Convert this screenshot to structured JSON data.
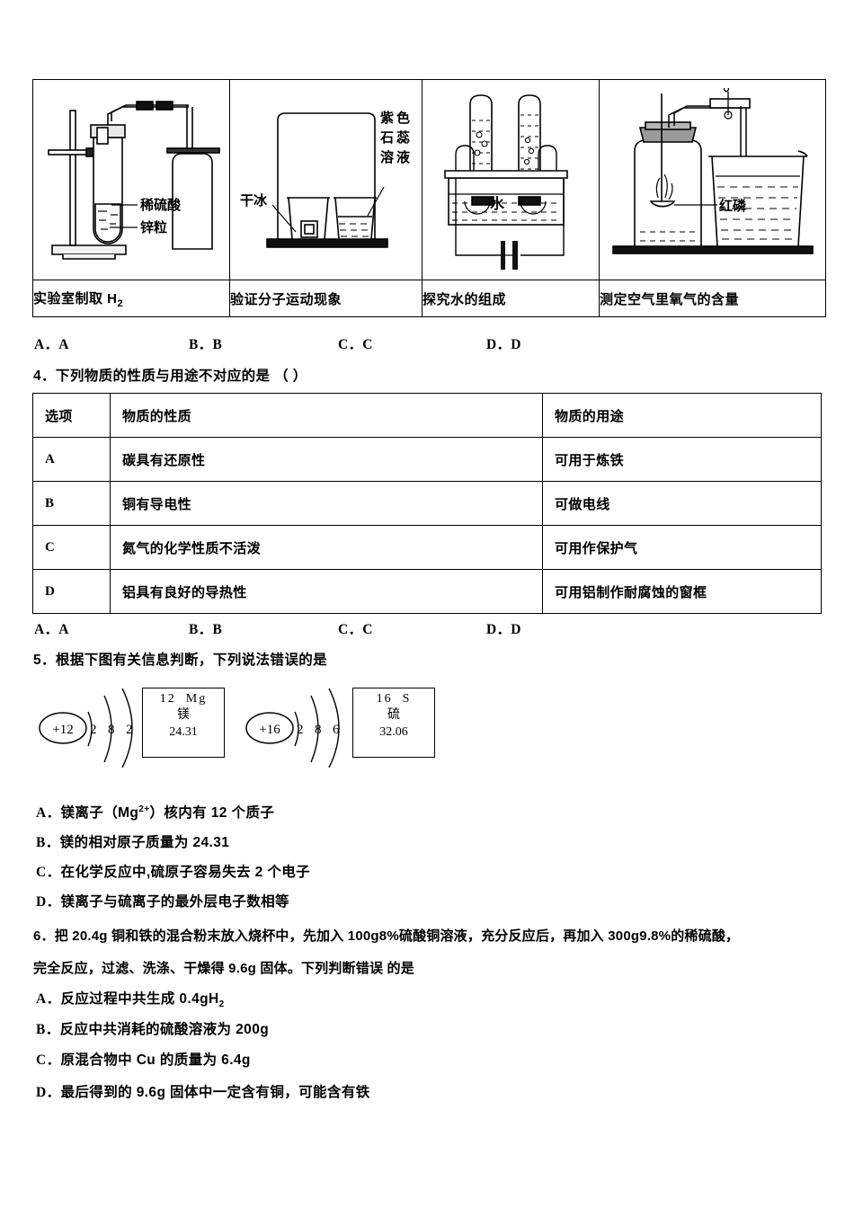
{
  "question3": {
    "experiments": [
      {
        "caption": "实验室制取 H",
        "caption_sub": "2",
        "fig": "zinc-sulfuric-acid-hydrogen-generator"
      },
      {
        "caption": "验证分子运动现象",
        "label_left": "干冰",
        "label_right": "紫色石蕊溶液"
      },
      {
        "caption": "探究水的组成",
        "label_center": "水"
      },
      {
        "caption": "测定空气里氧气的含量",
        "label_right": "红磷"
      }
    ],
    "fig1_labels": {
      "top": "稀硫酸",
      "bottom": "锌粒"
    },
    "options": [
      "A．A",
      "B．B",
      "C．C",
      "D．D"
    ]
  },
  "question4": {
    "stem": "4．下列物质的性质与用途不对应的是 （ ）",
    "headers": [
      "选项",
      "物质的性质",
      "物质的用途"
    ],
    "rows": [
      {
        "option": "A",
        "property": "碳具有还原性",
        "use": "可用于炼铁"
      },
      {
        "option": "B",
        "property": "铜有导电性",
        "use": "可做电线"
      },
      {
        "option": "C",
        "property": "氮气的化学性质不活泼",
        "use": "可用作保护气"
      },
      {
        "option": "D",
        "property": "铝具有良好的导热性",
        "use": "可用铝制作耐腐蚀的窗框"
      }
    ],
    "options": [
      "A．A",
      "B．B",
      "C．C",
      "D．D"
    ]
  },
  "question5": {
    "stem": "5．根据下图有关信息判断，下列说法错误的是",
    "atoms": [
      {
        "nucleus": "+12",
        "shells": [
          "2",
          "8",
          "2"
        ],
        "number": "12",
        "symbol": "Mg",
        "name": "镁",
        "mass": "24.31"
      },
      {
        "nucleus": "+16",
        "shells": [
          "2",
          "8",
          "6"
        ],
        "number": "16",
        "symbol": "S",
        "name": "硫",
        "mass": "32.06"
      }
    ],
    "options": [
      {
        "label": "A．",
        "text_pre": "镁离子（Mg",
        "sup": "2+",
        "text_post": "）核内有 12 个质子"
      },
      {
        "label": "B．",
        "text": "镁的相对原子质量为 24.31"
      },
      {
        "label": "C．",
        "text": "在化学反应中,硫原子容易失去 2 个电子"
      },
      {
        "label": "D．",
        "text": "镁离子与硫离子的最外层电子数相等"
      }
    ]
  },
  "question6": {
    "stem_line1": "6．把 20.4g 铜和铁的混合粉末放入烧杯中，先加入 100g8%硫酸铜溶液，充分反应后，再加入 300g9.8%的稀硫酸，",
    "stem_line2": "完全反应，过滤、洗涤、干燥得 9.6g 固体。下列判断错误 的是",
    "options": [
      {
        "label": "A．",
        "text_pre": "反应过程中共生成 0.4gH",
        "sub": "2",
        "text_post": ""
      },
      {
        "label": "B．",
        "text": "反应中共消耗的硫酸溶液为 200g"
      },
      {
        "label": "C．",
        "text": "原混合物中 Cu 的质量为 6.4g"
      },
      {
        "label": "D．",
        "text": "最后得到的 9.6g 固体中一定含有铜，可能含有铁"
      }
    ]
  },
  "colors": {
    "ink": "#000000",
    "paper": "#ffffff"
  }
}
